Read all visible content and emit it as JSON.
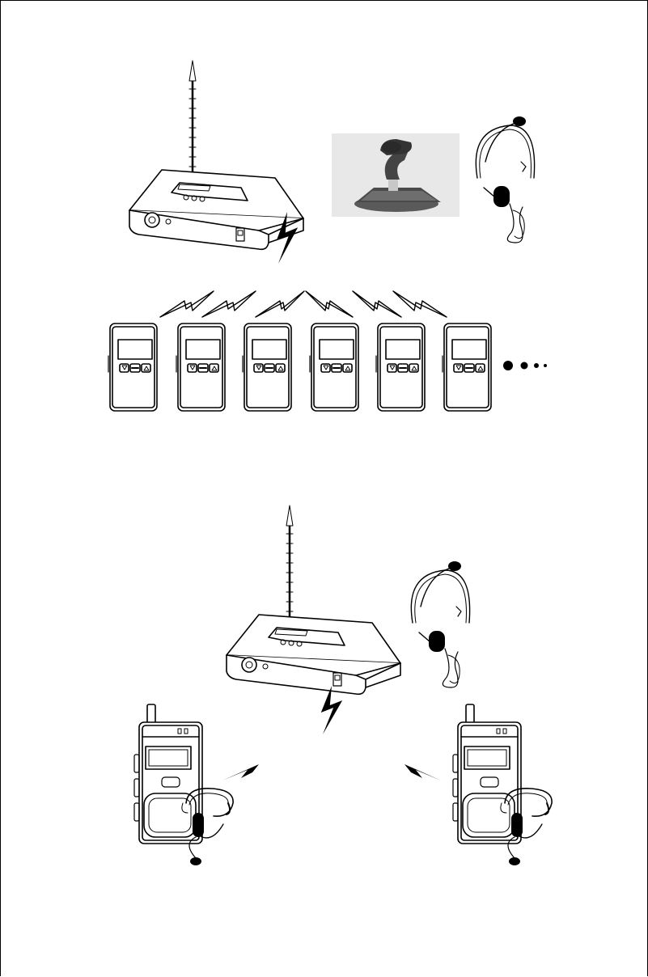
{
  "diagram": {
    "top_system": {
      "transmitter": "base-transmitter-icon",
      "inputs": [
        "desktop-microphone-icon",
        "headset-microphone-icon"
      ],
      "receivers_shown": 6,
      "continuation": "more-receivers-dots"
    },
    "bottom_system": {
      "transmitter": "base-transmitter-icon",
      "input": "headset-microphone-icon",
      "receivers_shown": 2,
      "receiver_accessory": "earhook-headset-icon"
    },
    "colors": {
      "line": "#000000",
      "background": "#ffffff",
      "panel": "#e6e6e6"
    }
  }
}
